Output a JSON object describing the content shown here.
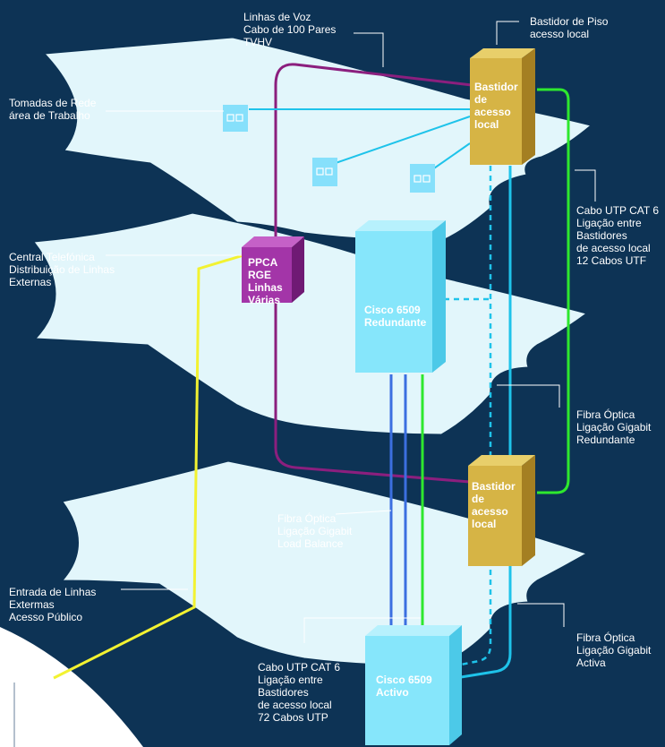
{
  "colors": {
    "background": "#0d3355",
    "floor": "#e2f6fb",
    "voice_line": "#8b1f7e",
    "utp_green": "#2ee82e",
    "fiber_cyan": "#1ec3ea",
    "fiber_blue": "#3b6fe0",
    "entry_yellow": "#f2f231",
    "rack_gold": "#d6b445",
    "ppca_purple": "#a335a8",
    "cisco_cyan": "#86e6fb",
    "outlet": "#86e0fb"
  },
  "boxes": {
    "rack_top": "Bastidor\nde\nacesso\nlocal",
    "rack_bottom": "Bastidor\nde\nacesso\nlocal",
    "ppca": "PPCA\nRGE\nLinhas\nVárias",
    "cisco_redundant": "Cisco 6509\nRedundante",
    "cisco_active": "Cisco 6509\nActivo"
  },
  "labels": {
    "voice_lines": "Linhas de Voz\nCabo de 100 Pares\nTVHV",
    "floor_rack": "Bastidor de Piso\nacesso local",
    "network_outlets": "Tomadas de Rede\nárea de Trabalho",
    "cat6_between_racks": "Cabo UTP CAT 6\nLigação entre\nBastidores\nde acesso local\n12 Cabos UTF",
    "pbx": "Central Telefónica\nDistribuição de Linhas\nExternas",
    "fiber_redundant": "Fibra Óptica\nLigação Gigabit\nRedundante",
    "fiber_load_balance": "Fibra Óptica\nLigação Gigabit\nLoad Balance",
    "line_entry": "Entrada de Linhas\nExtermas\nAcesso Público",
    "fiber_active": "Fibra Óptica\nLigação Gigabit\nActiva",
    "cat6_72": "Cabo UTP CAT 6\nLigação entre\nBastidores\nde acesso local\n72 Cabos UTP"
  }
}
